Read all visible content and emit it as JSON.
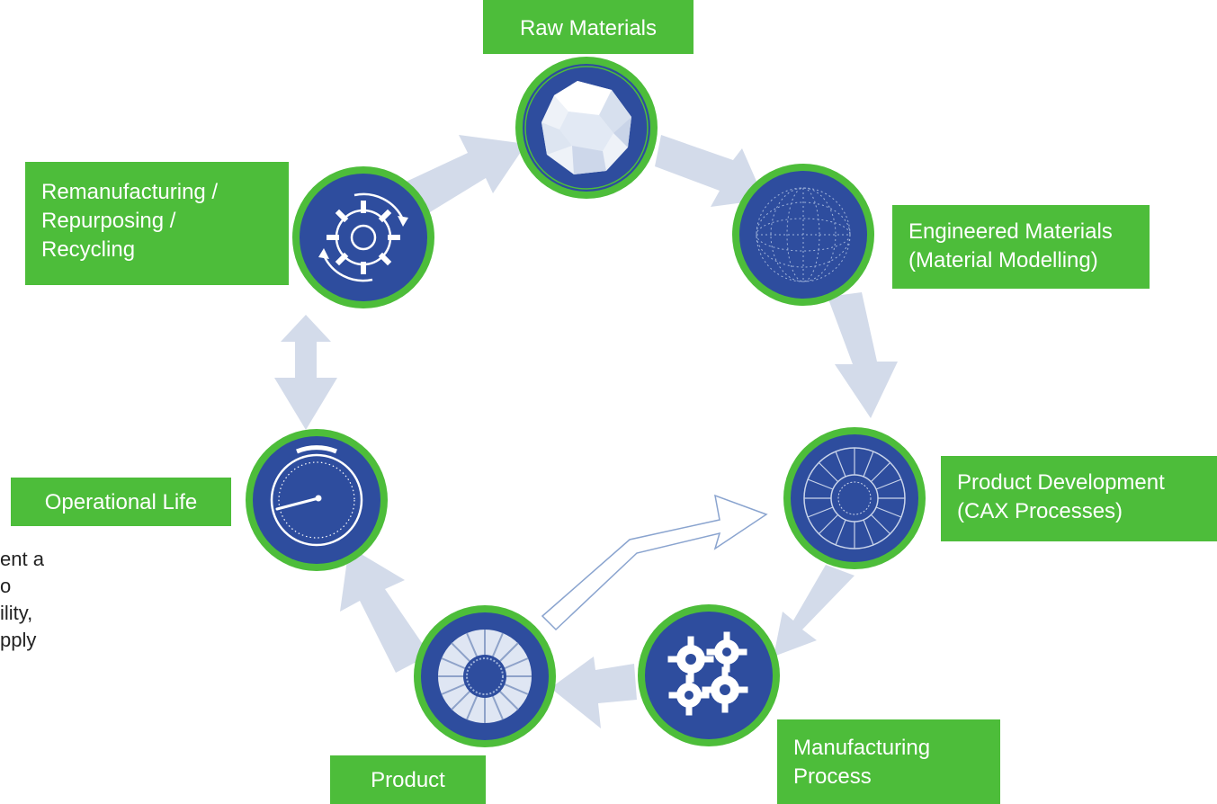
{
  "colors": {
    "label_bg": "#4dbd3a",
    "label_text": "#ffffff",
    "node_fill": "#2e4d9e",
    "node_ring": "#4dbd3a",
    "arrow": "#d3dbea"
  },
  "nodes": [
    {
      "key": "raw",
      "icon": "faceted-sphere-icon"
    },
    {
      "key": "engineered",
      "icon": "mesh-sphere-icon"
    },
    {
      "key": "development",
      "icon": "turbine-wireframe-icon"
    },
    {
      "key": "manufacturing",
      "icon": "gears-icon"
    },
    {
      "key": "product",
      "icon": "turbine-fan-icon"
    },
    {
      "key": "operational",
      "icon": "gauge-icon"
    },
    {
      "key": "reman",
      "icon": "gear-cycle-icon"
    }
  ],
  "labels": {
    "raw": "Raw Materials",
    "engineered": "Engineered Materials\n(Material Modelling)",
    "development": "Product Development\n(CAX Processes)",
    "manufacturing": "Manufacturing\nProcess",
    "product": "Product",
    "operational": "Operational Life",
    "reman": "Remanufacturing /\nRepurposing /\nRecycling"
  },
  "side_text": "ent a\no\nility,\npply"
}
